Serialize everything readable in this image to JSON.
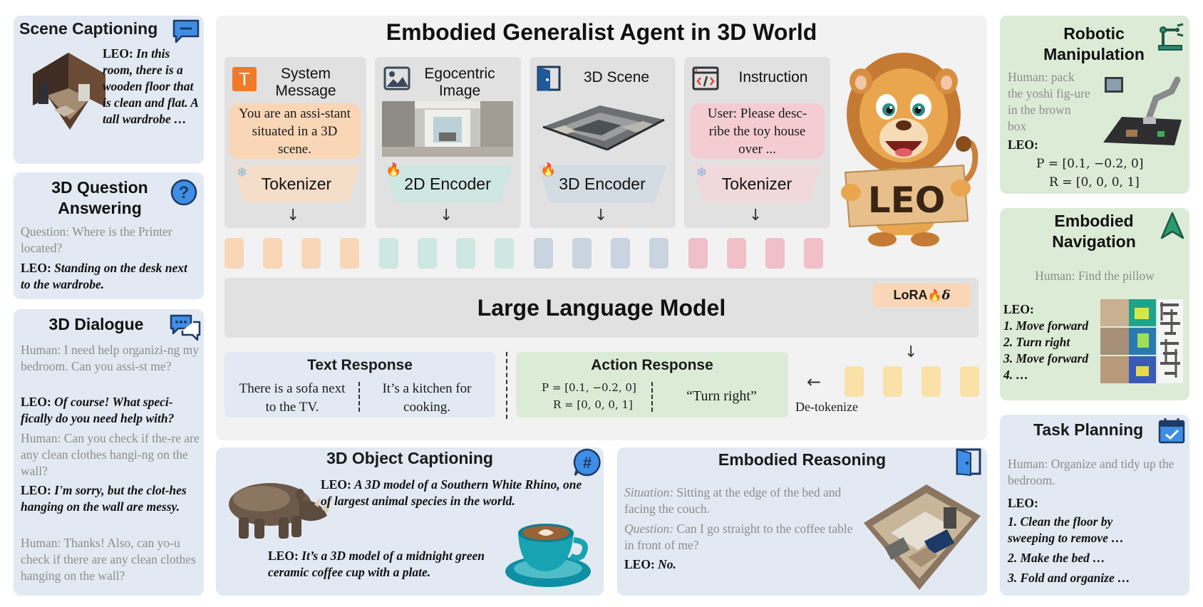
{
  "main_title": "Embodied Generalist Agent in 3D World",
  "modules": {
    "system": {
      "label": "System Message",
      "text": "You are an assi-stant situated in a 3D scene.",
      "encoder": "Tokenizer"
    },
    "image": {
      "label": "Egocentric Image",
      "encoder": "2D Encoder"
    },
    "scene": {
      "label": "3D Scene",
      "encoder": "3D Encoder"
    },
    "instruction": {
      "label": "Instruction",
      "text": "User: Please desc-ribe the toy house over ...",
      "encoder": "Tokenizer"
    }
  },
  "llm": {
    "label": "Large Language Model",
    "lora": "LoRA",
    "lora_symbol": "δ"
  },
  "mascot_sign": "LEO",
  "text_response": {
    "title": "Text Response",
    "left": "There is a sofa next to the TV.",
    "right": "It’s a kitchen for cooking."
  },
  "action_response": {
    "title": "Action Response",
    "p": "P = [0.1, −0.2, 0]",
    "r": "R = [0, 0, 0, 1]",
    "quote": "“Turn right”"
  },
  "detokenize": "De-tokenize",
  "scene_captioning": {
    "title": "Scene Captioning",
    "leo_label": "LEO:",
    "text": "In this room, there is a wooden floor that is clean and flat. A tall wardrobe …"
  },
  "qa": {
    "title": "3D Question Answering",
    "question": "Question: Where is the Printer located?",
    "leo_label": "LEO:",
    "answer": "Standing on the desk next to the wardrobe."
  },
  "dialogue": {
    "title": "3D Dialogue",
    "h1": "Human: I need help organizi-ng my bedroom. Can you assi-st me?",
    "leo_label": "LEO:",
    "l1": "Of course! What speci-fically do you need help with?",
    "h2": "Human: Can you check if the-re are any clean clothes hangi-ng on the wall?",
    "l2": "I'm sorry, but the clot-hes hanging on the wall are messy.",
    "h3": "Human: Thanks! Also, can yo-u check if there are any clean clothes hanging on the wall?"
  },
  "object_captioning": {
    "title": "3D Object Captioning",
    "leo_label": "LEO:",
    "t1": "A 3D model of a Southern White Rhino, one of largest animal species in the world.",
    "t2": "It’s a 3D model of a midnight green ceramic coffee cup with a plate."
  },
  "reasoning": {
    "title": "Embodied Reasoning",
    "situation_label": "Situation:",
    "situation": "Sitting at the edge of the bed and facing the couch.",
    "question_label": "Question:",
    "question": "Can I go straight to the coffee table in front of me?",
    "leo_label": "LEO:",
    "answer": "No."
  },
  "robotic": {
    "title": "Robotic Manipulation",
    "human": "Human: pack the yoshi fig-ure in the brown box",
    "leo_label": "LEO:",
    "p": "P = [0.1, −0.2, 0]",
    "r": "R = [0, 0, 0, 1]"
  },
  "navigation": {
    "title": "Embodied Navigation",
    "human": "Human: Find the pillow",
    "leo_label": "LEO:",
    "steps": [
      "1. Move forward",
      "2. Turn right",
      "3. Move forward",
      "4. …"
    ]
  },
  "planning": {
    "title": "Task Planning",
    "human": "Human: Organize and tidy up the bedroom.",
    "leo_label": "LEO:",
    "steps": [
      "1. Clean the floor by sweeping to remove …",
      "2. Make the bed …",
      "3. Fold and organize …"
    ]
  },
  "colors": {
    "panel_blue": "#e2e9f2",
    "panel_green": "#dcebd6",
    "accent_blue": "#3f8ee5",
    "token_orange": "#f9d6b6",
    "token_teal": "#cfe7e3",
    "token_slate": "#c9d4e0",
    "token_pink": "#f1bfc7",
    "token_yellow": "#fae1a8"
  },
  "icons": [
    "speech-bubble-icon",
    "question-mark-icon",
    "chat-bubbles-icon",
    "hashtag-bubble-icon",
    "door-icon",
    "robot-arm-icon",
    "navigation-arrow-icon",
    "calendar-check-icon",
    "text-t-icon",
    "image-icon",
    "code-icon",
    "snowflake-icon",
    "flame-icon",
    "lion-mascot"
  ]
}
